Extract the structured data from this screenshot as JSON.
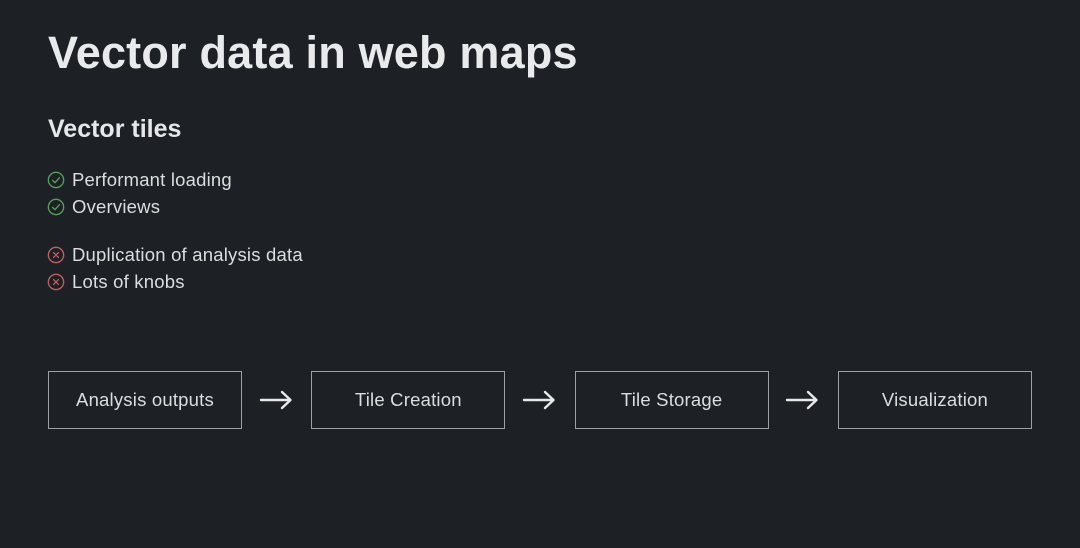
{
  "slide": {
    "title": "Vector data in web maps",
    "section_heading": "Vector tiles",
    "pros": [
      {
        "icon": "check-circle-icon",
        "label": "Performant loading"
      },
      {
        "icon": "check-circle-icon",
        "label": "Overviews"
      }
    ],
    "cons": [
      {
        "icon": "x-circle-icon",
        "label": "Duplication of analysis data"
      },
      {
        "icon": "x-circle-icon",
        "label": "Lots of knobs"
      }
    ],
    "flow": {
      "steps": [
        "Analysis outputs",
        "Tile Creation",
        "Tile Storage",
        "Visualization"
      ],
      "connector_icon": "arrow-right-icon"
    },
    "colors": {
      "background": "#1d2025",
      "title_text": "#e9eaeb",
      "body_text": "#dcddde",
      "pro_icon": "#55a05a",
      "con_icon": "#c05f5f",
      "box_border": "#9ea0a3",
      "arrow": "#e9e9ea"
    }
  }
}
